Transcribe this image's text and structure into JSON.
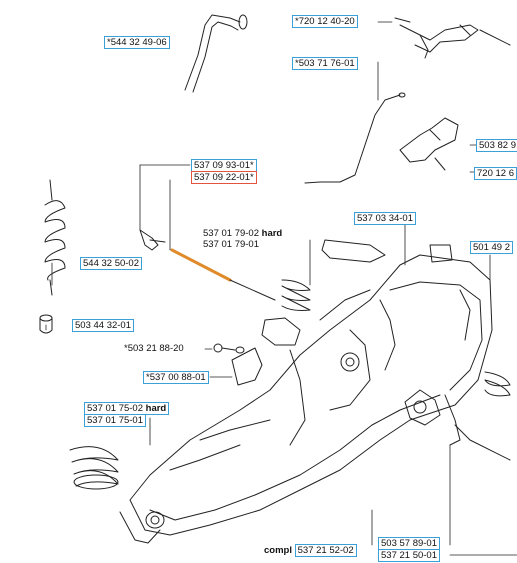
{
  "colors": {
    "label_border": "#3b9fd8",
    "alt_label_border": "#e0553c",
    "highlight_part": "#e08a2a",
    "line": "#222222"
  },
  "labels": {
    "l_544324906": "544 32 49-06",
    "l_7201240": "720 12 40-20",
    "l_503717601": "503 71 76-01",
    "l_50382": "503 82 9",
    "l_720126": "720 12 6",
    "l_537099301": "537 09 93-01",
    "l_537092201": "537 09 22-01",
    "l_537017902": "537 01 79-02",
    "l_537017902_hard": "hard",
    "l_537017901": "537 01 79-01",
    "l_537033401": "537 03 34-01",
    "l_50149": "501 49 2",
    "l_544325002": "544 32 50-02",
    "l_503443201": "503 44 32-01",
    "l_503218820": "503 21 88-20",
    "l_537008801": "537 00 88-01",
    "l_537017502": "537 01 75-02",
    "l_537017502_hard": "hard",
    "l_537017501": "537 01 75-01",
    "l_503578901": "503 57 89-01",
    "l_537215002": "537 21 52-02",
    "l_537215002_compl": "compl",
    "l_537215001": "537 21 50-01",
    "asterisk": "*"
  }
}
